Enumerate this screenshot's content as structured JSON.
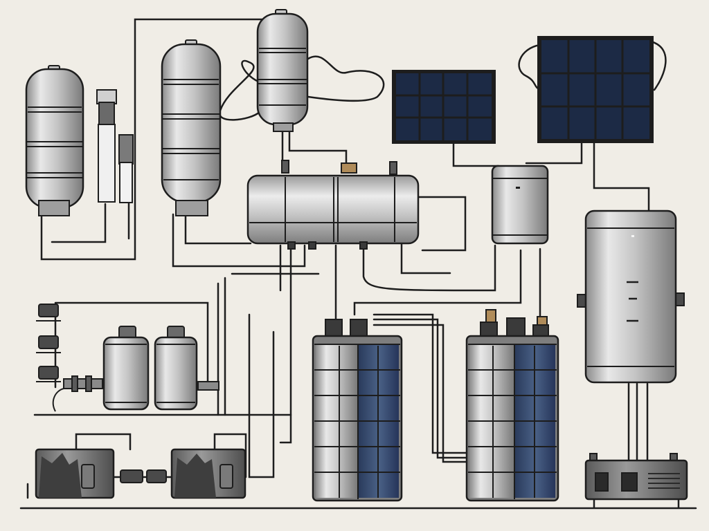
{
  "colors": {
    "background": "#f0ede6",
    "outline": "#1d1d1d",
    "metal_light": "#e6e6e6",
    "metal_mid": "#b8b8b8",
    "metal_dark": "#7c7c7c",
    "panel_blue": "#1c2a45",
    "battery_blue": "#34486a",
    "device_dark": "#4e4e4e"
  },
  "components": {
    "storage_tanks": 3,
    "solar_panels": 2,
    "battery_banks": 2,
    "wall_units": 1,
    "control_boxes": 3,
    "cylinders": 2
  }
}
